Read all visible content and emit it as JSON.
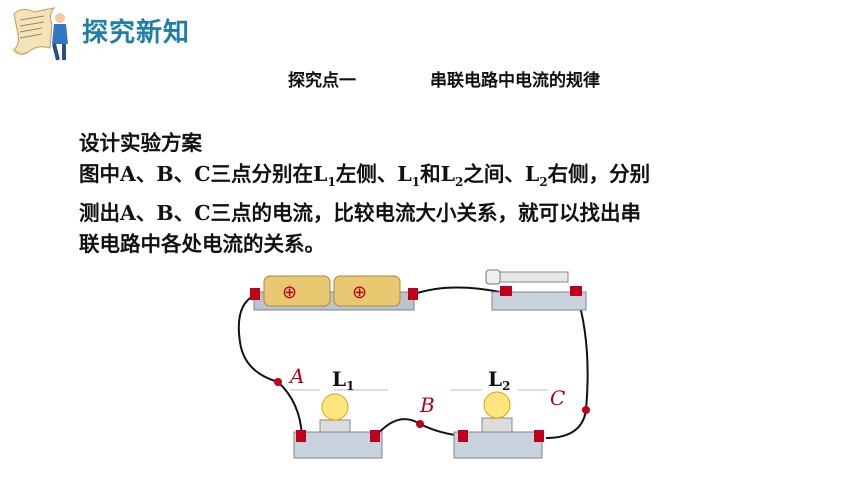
{
  "header": {
    "title": "探究新知"
  },
  "subtitle": {
    "left": "探究点一",
    "right": "串联电路中电流的规律"
  },
  "content": {
    "heading": "设计实验方案",
    "line2": {
      "t1": "图中A、B、C三点分别在L",
      "s1": "1",
      "t2": "左侧、L",
      "s2": "1",
      "t3": "和L",
      "s3": "2",
      "t4": "之间、L",
      "s4": "2",
      "t5": "右侧，分别"
    },
    "line3": "测出A、B、C三点的电流，比较电流大小关系，就可以找出串",
    "line4": "联电路中各处电流的关系。"
  },
  "circuit": {
    "point_a": "A",
    "point_b": "B",
    "point_c": "C",
    "lamp1": {
      "main": "L",
      "sub": "1"
    },
    "lamp2": {
      "main": "L",
      "sub": "2"
    },
    "battery_symbol": "⊕",
    "colors": {
      "point": "#c0001a",
      "label": "#b0001a",
      "wire": "#111111",
      "battery": "#e8c870",
      "base": "#c9d3dd"
    }
  }
}
